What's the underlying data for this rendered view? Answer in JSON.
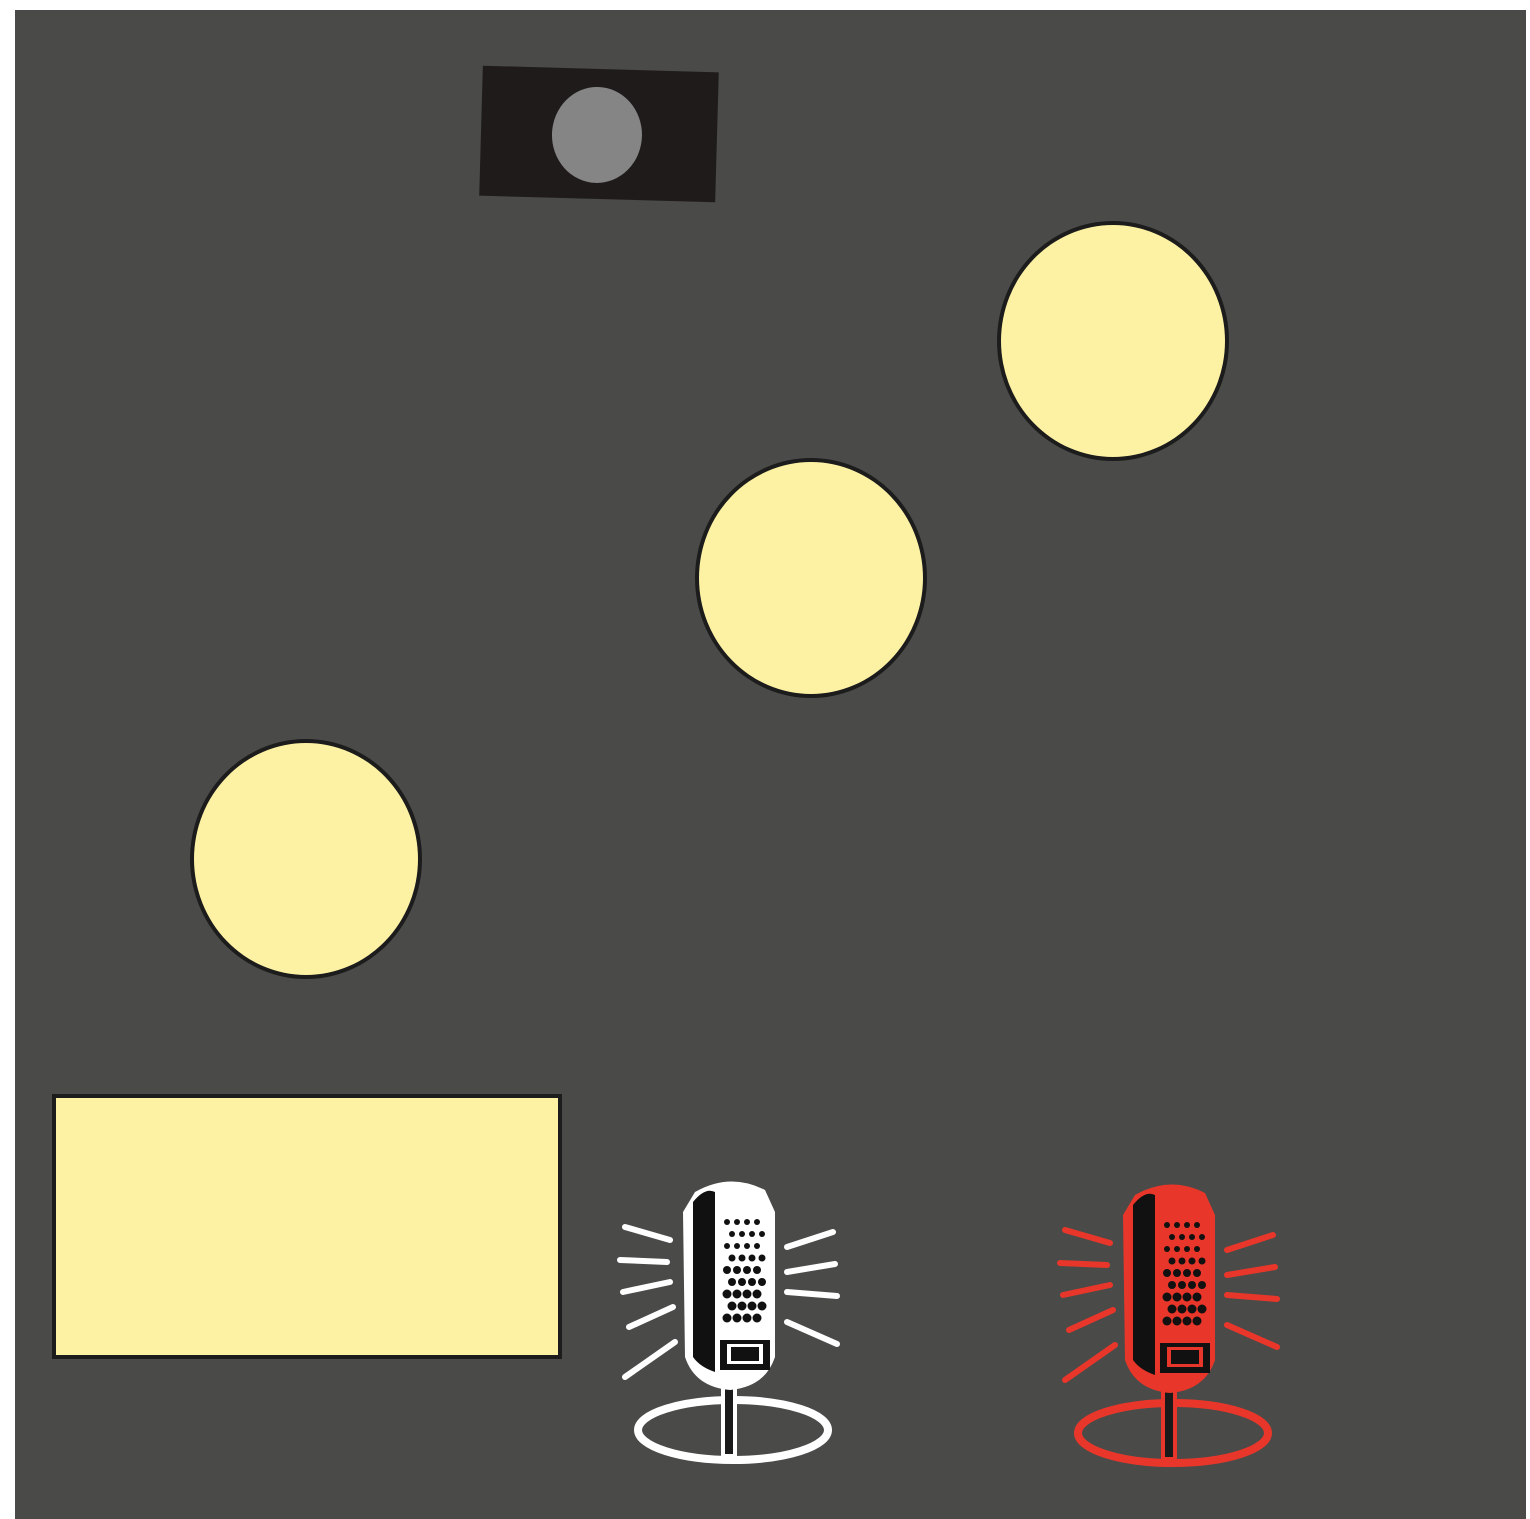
{
  "scene": {
    "background_color": "#4a4a48",
    "frame_color": "#ffffff",
    "camera": {
      "icon": "camera-icon",
      "body_color": "#1f1b1b",
      "lens_color": "#858585"
    },
    "lights": [
      {
        "name": "light-top-right",
        "color": "#fdf1a3"
      },
      {
        "name": "light-center",
        "color": "#fdf1a3"
      },
      {
        "name": "light-left",
        "color": "#fdf1a3"
      }
    ],
    "panel": {
      "color": "#fdf1a3"
    },
    "microphones": [
      {
        "name": "microphone-white",
        "icon": "microphone-icon",
        "color": "#ffffff"
      },
      {
        "name": "microphone-red",
        "icon": "microphone-icon",
        "color": "#e8372a"
      }
    ]
  }
}
